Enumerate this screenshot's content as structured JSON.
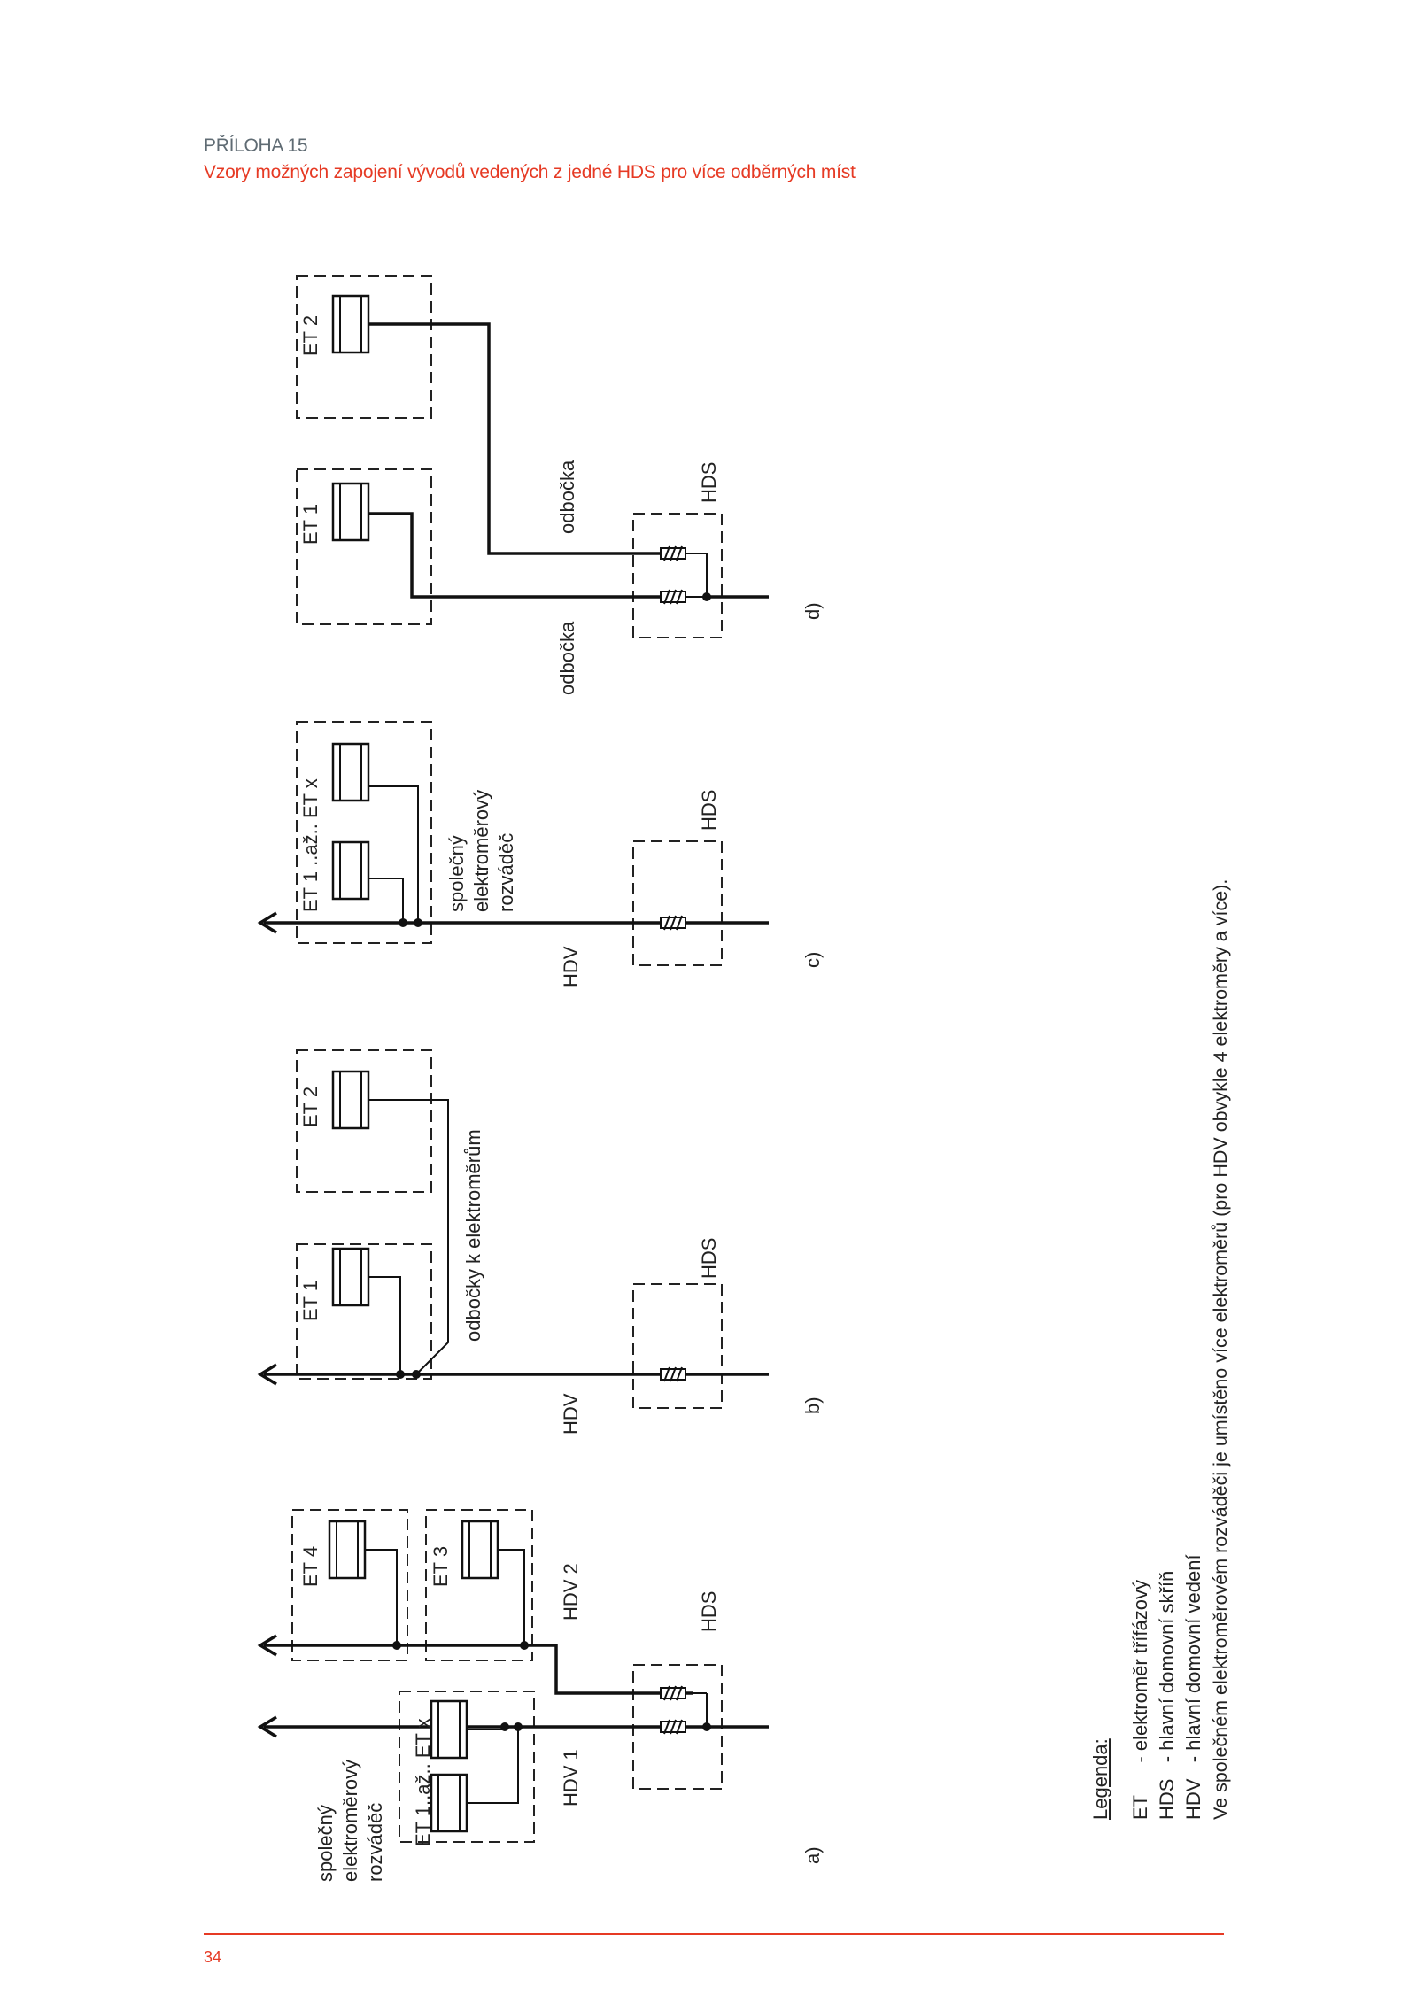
{
  "header": {
    "appendix": "PŘÍLOHA 15",
    "title": "Vzory možných zapojení vývodů vedených z jedné HDS pro více odběrných míst"
  },
  "diagrams": {
    "a": {
      "label": "a)",
      "common_panel": "společný elektroměrový rozváděč",
      "meters_range": "ET 1..až.. ET x",
      "et3": "ET 3",
      "et4": "ET 4",
      "hdv1": "HDV 1",
      "hdv2": "HDV 2",
      "hds": "HDS"
    },
    "b": {
      "label": "b)",
      "et1": "ET 1",
      "et2": "ET 2",
      "branches": "odbočky k elektroměrům",
      "hdv": "HDV",
      "hds": "HDS"
    },
    "c": {
      "label": "c)",
      "meters_range": "ET 1 ..až.. ET x",
      "common_panel": "společný elektroměrový rozváděč",
      "hdv": "HDV",
      "hds": "HDS"
    },
    "d": {
      "label": "d)",
      "et1": "ET 1",
      "et2": "ET 2",
      "branch1": "odbočka",
      "branch2": "odbočka",
      "hds": "HDS"
    }
  },
  "legend": {
    "title": "Legenda:",
    "et": "ET      - elektroměr třífázový",
    "hds": "HDS   - hlavní domovní skříň",
    "hdv": "HDV   - hlavní domovní vedení",
    "note": "Ve společném elektroměrovém rozváděči je umístěno více elektroměrů (pro HDV obvykle 4 elektroměry a více)."
  },
  "footer": {
    "page": "34"
  }
}
